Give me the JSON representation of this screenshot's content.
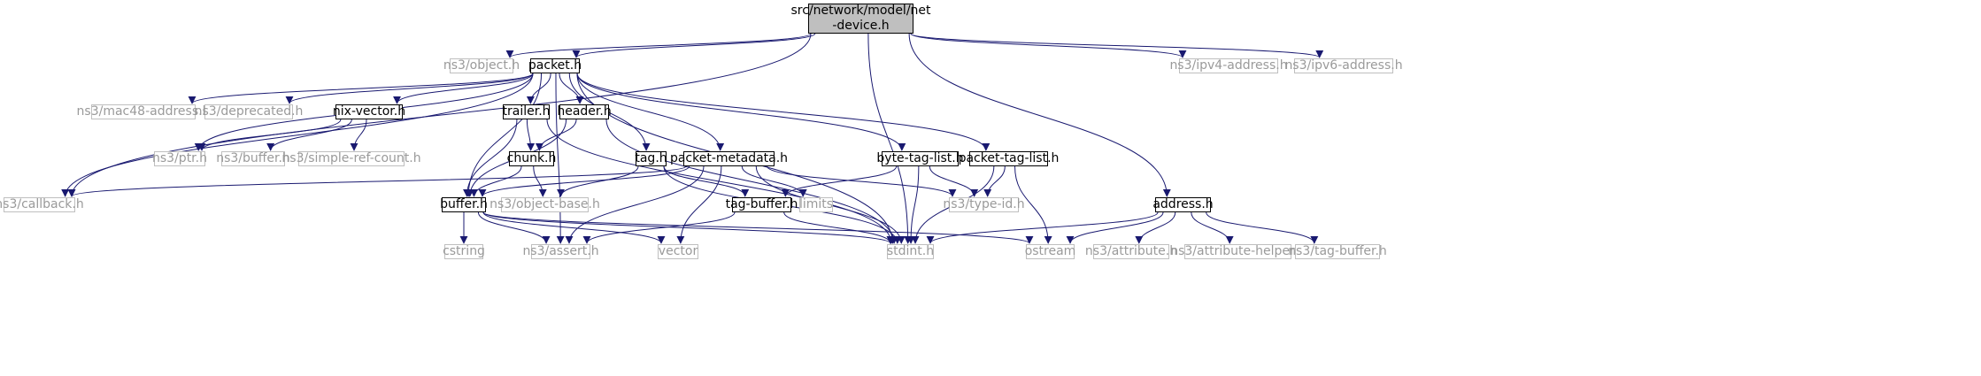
{
  "graph": {
    "edge_color": "#191970",
    "root": {
      "label": "src/network/model/net-device.h",
      "label_line1": "src/network/model/net",
      "label_line2": "-device.h"
    },
    "nodes": [
      {
        "id": "ns3/object.h",
        "label": "ns3/object.h",
        "kind": "external"
      },
      {
        "id": "packet.h",
        "label": "packet.h",
        "kind": "internal"
      },
      {
        "id": "ns3/ipv4-address.h",
        "label": "ns3/ipv4-address.h",
        "kind": "external"
      },
      {
        "id": "ns3/ipv6-address.h",
        "label": "ns3/ipv6-address.h",
        "kind": "external"
      },
      {
        "id": "ns3/mac48-address.h",
        "label": "ns3/mac48-address.h",
        "kind": "external"
      },
      {
        "id": "ns3/deprecated.h",
        "label": "ns3/deprecated.h",
        "kind": "external"
      },
      {
        "id": "nix-vector.h",
        "label": "nix-vector.h",
        "kind": "internal"
      },
      {
        "id": "trailer.h",
        "label": "trailer.h",
        "kind": "internal"
      },
      {
        "id": "header.h",
        "label": "header.h",
        "kind": "internal"
      },
      {
        "id": "ns3/ptr.h",
        "label": "ns3/ptr.h",
        "kind": "external"
      },
      {
        "id": "ns3/buffer.h",
        "label": "ns3/buffer.h",
        "kind": "external"
      },
      {
        "id": "ns3/simple-ref-count.h",
        "label": "ns3/simple-ref-count.h",
        "kind": "external"
      },
      {
        "id": "chunk.h",
        "label": "chunk.h",
        "kind": "internal"
      },
      {
        "id": "tag.h",
        "label": "tag.h",
        "kind": "internal"
      },
      {
        "id": "packet-metadata.h",
        "label": "packet-metadata.h",
        "kind": "internal"
      },
      {
        "id": "byte-tag-list.h",
        "label": "byte-tag-list.h",
        "kind": "internal"
      },
      {
        "id": "packet-tag-list.h",
        "label": "packet-tag-list.h",
        "kind": "internal"
      },
      {
        "id": "ns3/callback.h",
        "label": "ns3/callback.h",
        "kind": "external"
      },
      {
        "id": "buffer.h",
        "label": "buffer.h",
        "kind": "internal"
      },
      {
        "id": "ns3/object-base.h",
        "label": "ns3/object-base.h",
        "kind": "external"
      },
      {
        "id": "tag-buffer.h",
        "label": "tag-buffer.h",
        "kind": "internal"
      },
      {
        "id": "limits",
        "label": "limits",
        "kind": "external"
      },
      {
        "id": "ns3/type-id.h",
        "label": "ns3/type-id.h",
        "kind": "external"
      },
      {
        "id": "address.h",
        "label": "address.h",
        "kind": "internal"
      },
      {
        "id": "cstring",
        "label": "cstring",
        "kind": "external"
      },
      {
        "id": "ns3/assert.h",
        "label": "ns3/assert.h",
        "kind": "external"
      },
      {
        "id": "vector",
        "label": "vector",
        "kind": "external"
      },
      {
        "id": "stdint.h",
        "label": "stdint.h",
        "kind": "external"
      },
      {
        "id": "ostream",
        "label": "ostream",
        "kind": "external"
      },
      {
        "id": "ns3/attribute.h",
        "label": "ns3/attribute.h",
        "kind": "external"
      },
      {
        "id": "ns3/attribute-helper.h",
        "label": "ns3/attribute-helper.h",
        "kind": "external"
      },
      {
        "id": "ns3/tag-buffer.h",
        "label": "ns3/tag-buffer.h",
        "kind": "external"
      }
    ],
    "edges": [
      [
        "src/network/model/net-device.h",
        "ns3/callback.h"
      ],
      [
        "src/network/model/net-device.h",
        "ns3/object.h"
      ],
      [
        "src/network/model/net-device.h",
        "packet.h"
      ],
      [
        "src/network/model/net-device.h",
        "ns3/ipv4-address.h"
      ],
      [
        "src/network/model/net-device.h",
        "ns3/ipv6-address.h"
      ],
      [
        "src/network/model/net-device.h",
        "address.h"
      ],
      [
        "src/network/model/net-device.h",
        "stdint.h"
      ],
      [
        "packet.h",
        "ns3/mac48-address.h"
      ],
      [
        "packet.h",
        "ns3/deprecated.h"
      ],
      [
        "packet.h",
        "nix-vector.h"
      ],
      [
        "packet.h",
        "trailer.h"
      ],
      [
        "packet.h",
        "header.h"
      ],
      [
        "packet.h",
        "ns3/ptr.h"
      ],
      [
        "packet.h",
        "ns3/callback.h"
      ],
      [
        "packet.h",
        "tag.h"
      ],
      [
        "packet.h",
        "packet-metadata.h"
      ],
      [
        "packet.h",
        "byte-tag-list.h"
      ],
      [
        "packet.h",
        "packet-tag-list.h"
      ],
      [
        "packet.h",
        "buffer.h"
      ],
      [
        "packet.h",
        "ns3/assert.h"
      ],
      [
        "packet.h",
        "stdint.h"
      ],
      [
        "nix-vector.h",
        "ns3/ptr.h"
      ],
      [
        "nix-vector.h",
        "ns3/buffer.h"
      ],
      [
        "nix-vector.h",
        "ns3/simple-ref-count.h"
      ],
      [
        "trailer.h",
        "chunk.h"
      ],
      [
        "trailer.h",
        "buffer.h"
      ],
      [
        "trailer.h",
        "stdint.h"
      ],
      [
        "header.h",
        "chunk.h"
      ],
      [
        "header.h",
        "buffer.h"
      ],
      [
        "header.h",
        "stdint.h"
      ],
      [
        "chunk.h",
        "buffer.h"
      ],
      [
        "chunk.h",
        "ns3/object-base.h"
      ],
      [
        "tag.h",
        "ns3/object-base.h"
      ],
      [
        "tag.h",
        "tag-buffer.h"
      ],
      [
        "tag.h",
        "stdint.h"
      ],
      [
        "packet-metadata.h",
        "ns3/callback.h"
      ],
      [
        "packet-metadata.h",
        "buffer.h"
      ],
      [
        "packet-metadata.h",
        "limits"
      ],
      [
        "packet-metadata.h",
        "ns3/type-id.h"
      ],
      [
        "packet-metadata.h",
        "ns3/assert.h"
      ],
      [
        "packet-metadata.h",
        "vector"
      ],
      [
        "packet-metadata.h",
        "stdint.h"
      ],
      [
        "byte-tag-list.h",
        "tag-buffer.h"
      ],
      [
        "byte-tag-list.h",
        "ns3/type-id.h"
      ],
      [
        "byte-tag-list.h",
        "stdint.h"
      ],
      [
        "packet-tag-list.h",
        "ns3/type-id.h"
      ],
      [
        "packet-tag-list.h",
        "stdint.h"
      ],
      [
        "packet-tag-list.h",
        "ostream"
      ],
      [
        "buffer.h",
        "cstring"
      ],
      [
        "buffer.h",
        "ns3/assert.h"
      ],
      [
        "buffer.h",
        "vector"
      ],
      [
        "buffer.h",
        "stdint.h"
      ],
      [
        "buffer.h",
        "ostream"
      ],
      [
        "tag-buffer.h",
        "ns3/assert.h"
      ],
      [
        "tag-buffer.h",
        "stdint.h"
      ],
      [
        "address.h",
        "stdint.h"
      ],
      [
        "address.h",
        "ostream"
      ],
      [
        "address.h",
        "ns3/attribute.h"
      ],
      [
        "address.h",
        "ns3/attribute-helper.h"
      ],
      [
        "address.h",
        "ns3/tag-buffer.h"
      ]
    ]
  }
}
